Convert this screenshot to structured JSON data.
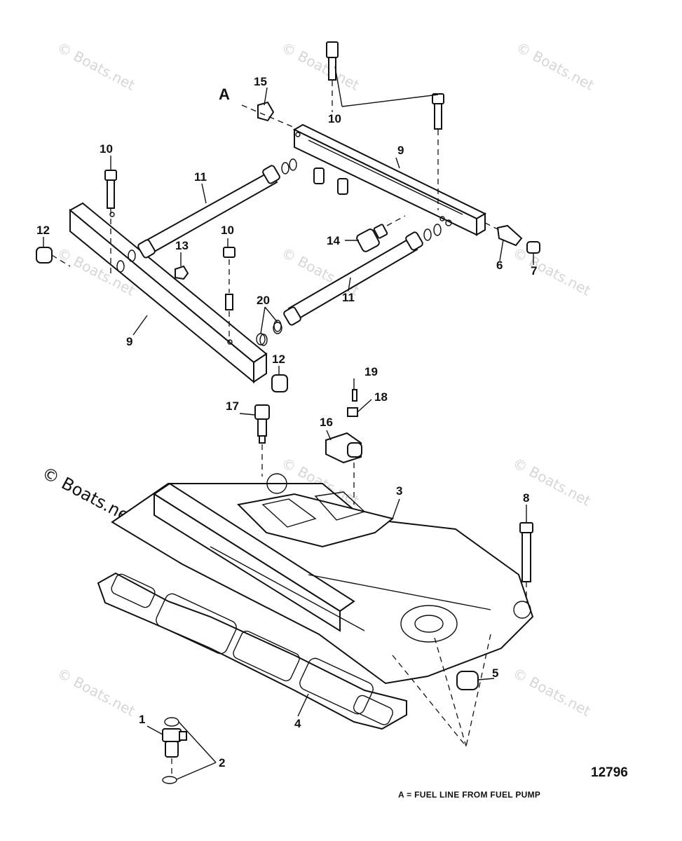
{
  "watermark": "© Boats.net",
  "callouts": {
    "A": "A",
    "c1": "1",
    "c2": "2",
    "c3": "3",
    "c4": "4",
    "c5": "5",
    "c6": "6",
    "c7": "7",
    "c8": "8",
    "c9": "9",
    "c10": "10",
    "c11": "11",
    "c12": "12",
    "c13": "13",
    "c14": "14",
    "c15": "15",
    "c16": "16",
    "c17": "17",
    "c18": "18",
    "c19": "19",
    "c20": "20"
  },
  "diagram_number": "12796",
  "legend": "A = FUEL LINE FROM FUEL PUMP"
}
